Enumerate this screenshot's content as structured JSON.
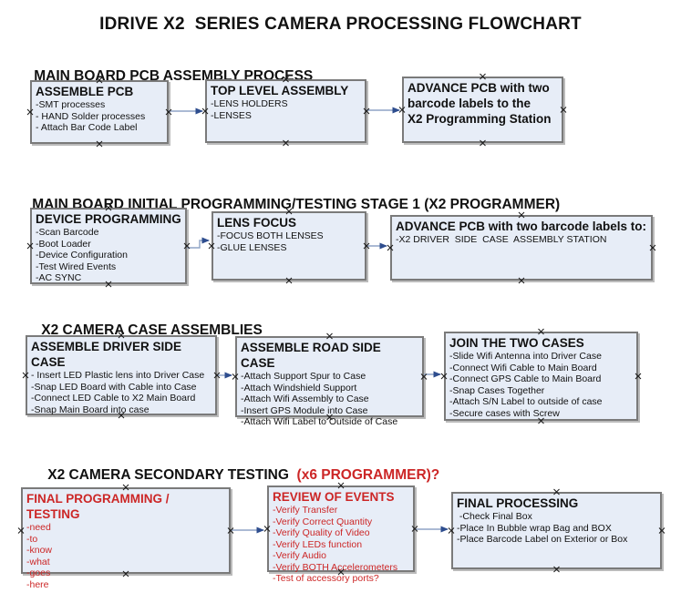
{
  "title": "IDRIVE X2  SERIES CAMERA PROCESSING FLOWCHART",
  "colors": {
    "box_fill": "#e7edf7",
    "box_border": "#7a7a7a",
    "connector_line": "#8fa4c6",
    "connector_arrow": "#2e4d8e",
    "red_text": "#cc2626"
  },
  "sections": [
    {
      "header": "MAIN BOARD PCB ASSEMBLY PROCESS",
      "boxes": [
        {
          "title": "ASSEMBLE PCB",
          "items": [
            "-SMT processes",
            "- HAND Solder processes",
            "- Attach Bar Code Label"
          ]
        },
        {
          "title": "TOP LEVEL ASSEMBLY",
          "items": [
            "-LENS HOLDERS",
            "-LENSES"
          ]
        },
        {
          "title": "ADVANCE PCB with two\nbarcode labels to the\n X2 Programming Station",
          "items": []
        }
      ]
    },
    {
      "header": "MAIN BOARD INITIAL PROGRAMMING/TESTING STAGE 1 (X2 PROGRAMMER)",
      "boxes": [
        {
          "title": "DEVICE PROGRAMMING",
          "items": [
            "-Scan Barcode",
            "-Boot Loader",
            "-Device Configuration",
            "-Test Wired Events",
            "-AC SYNC"
          ]
        },
        {
          "title": "LENS FOCUS",
          "items": [
            "-FOCUS BOTH LENSES",
            "-GLUE LENSES"
          ]
        },
        {
          "title": "ADVANCE PCB with two barcode labels to:",
          "items": [
            "-X2 DRIVER  SIDE  CASE  ASSEMBLY STATION"
          ]
        }
      ]
    },
    {
      "header": "X2 CAMERA CASE ASSEMBLIES",
      "boxes": [
        {
          "title": "ASSEMBLE DRIVER SIDE CASE",
          "items": [
            "- Insert LED Plastic lens into Driver Case",
            "-Snap LED Board with Cable into Case",
            "-Connect LED Cable to X2 Main Board",
            "-Snap Main Board into case"
          ]
        },
        {
          "title": "ASSEMBLE ROAD SIDE CASE",
          "items": [
            "-Attach Support Spur to Case",
            "-Attach Windshield Support",
            "-Attach Wifi Assembly to Case",
            "-Insert GPS Module into Case",
            "-Attach Wifi Label to Outside of Case"
          ]
        },
        {
          "title": "JOIN THE TWO CASES",
          "items": [
            "-Slide Wifi Antenna into Driver Case",
            "-Connect Wifi Cable to Main Board",
            "-Connect GPS Cable to Main Board",
            "-Snap Cases Together",
            "-Attach S/N Label to outside of case",
            "-Secure cases with Screw"
          ]
        }
      ]
    },
    {
      "header": "X2 CAMERA SECONDARY TESTING ",
      "header_suffix": " (x6 PROGRAMMER)?",
      "boxes": [
        {
          "title": "FINAL PROGRAMMING / TESTING",
          "items": [
            "-need",
            "-to",
            "-know",
            "-what",
            "-goes",
            "-here"
          ]
        },
        {
          "title": "REVIEW OF EVENTS",
          "items": [
            "-Verify Transfer",
            "-Verify Correct Quantity",
            "-Verify Quality of Video",
            "-Verify LEDs function",
            "-Verify Audio",
            "-Verify BOTH Accelerometers",
            "-Test of accessory ports?"
          ]
        },
        {
          "title": "FINAL PROCESSING",
          "items": [
            " -Check Final Box",
            "-Place In Bubble wrap Bag and BOX",
            "-Place Barcode Label on Exterior or Box"
          ]
        }
      ]
    }
  ]
}
